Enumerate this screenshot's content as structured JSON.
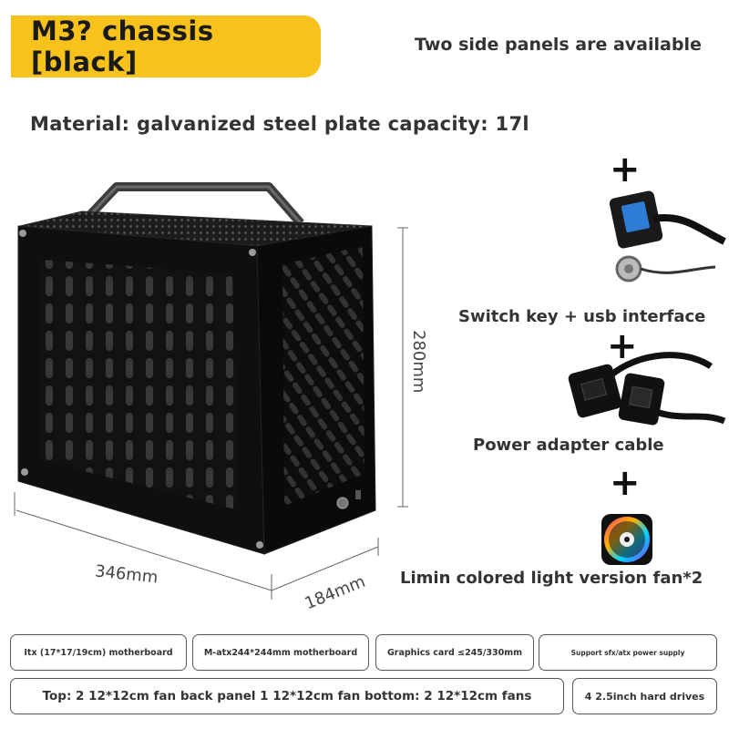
{
  "header": {
    "title": "M3? chassis [black]",
    "side_note": "Two side panels are available"
  },
  "material_line": "Material: galvanized steel plate capacity: 17l",
  "dimensions": {
    "height": "280mm",
    "width": "346mm",
    "depth": "184mm"
  },
  "accessories": [
    {
      "label": "Switch key + usb interface",
      "icon": "usb-switch-cable-icon"
    },
    {
      "label": "Power adapter cable",
      "icon": "power-cable-icon"
    },
    {
      "label": "Limin colored light version fan*2",
      "icon": "rgb-fan-icon"
    }
  ],
  "plus_symbol": "+",
  "specs": [
    "Itx (17*17/19cm) motherboard",
    "M-atx244*244mm motherboard",
    "Graphics card ≤245/330mm",
    "Support sfx/atx power supply",
    "Top: 2 12*12cm fan back panel 1 12*12cm fan bottom: 2 12*12cm fans",
    "4 2.5inch hard drives"
  ],
  "colors": {
    "accent": "#f6c21b",
    "chassis": "#111111",
    "text": "#333333"
  }
}
